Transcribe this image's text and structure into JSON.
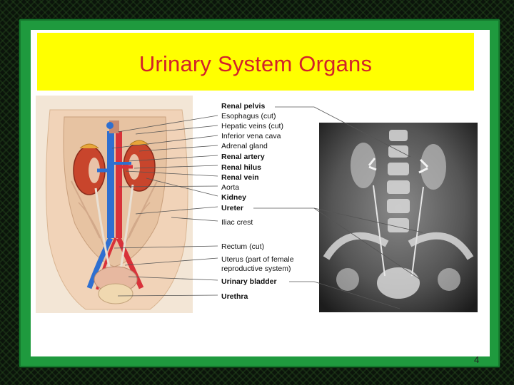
{
  "slide": {
    "title": "Urinary System Organs",
    "page_number": "4"
  },
  "labels": [
    {
      "text": "Renal pelvis",
      "bold": true
    },
    {
      "text": "Esophagus (cut)",
      "bold": false
    },
    {
      "text": "Hepatic veins (cut)",
      "bold": false
    },
    {
      "text": "Inferior vena cava",
      "bold": false
    },
    {
      "text": "Adrenal gland",
      "bold": false
    },
    {
      "text": "Renal artery",
      "bold": true
    },
    {
      "text": "Renal hilus",
      "bold": true
    },
    {
      "text": "Renal vein",
      "bold": true
    },
    {
      "text": "Aorta",
      "bold": false
    },
    {
      "text": "Kidney",
      "bold": true
    },
    {
      "text": "Ureter",
      "bold": true
    },
    {
      "text": "Iliac crest",
      "bold": false
    },
    {
      "text": "Rectum (cut)",
      "bold": false
    },
    {
      "text": "Uterus (part of female",
      "bold": false
    },
    {
      "text": "reproductive system)",
      "bold": false
    },
    {
      "text": "Urinary bladder",
      "bold": true
    },
    {
      "text": "Urethra",
      "bold": true
    }
  ],
  "colors": {
    "background": "#0b140b",
    "frame": "#1f9a3e",
    "title_bar": "#ffff00",
    "title_text": "#d2222a",
    "kidney": "#c8452c",
    "vein": "#2f6fd0",
    "artery": "#d8323a"
  }
}
